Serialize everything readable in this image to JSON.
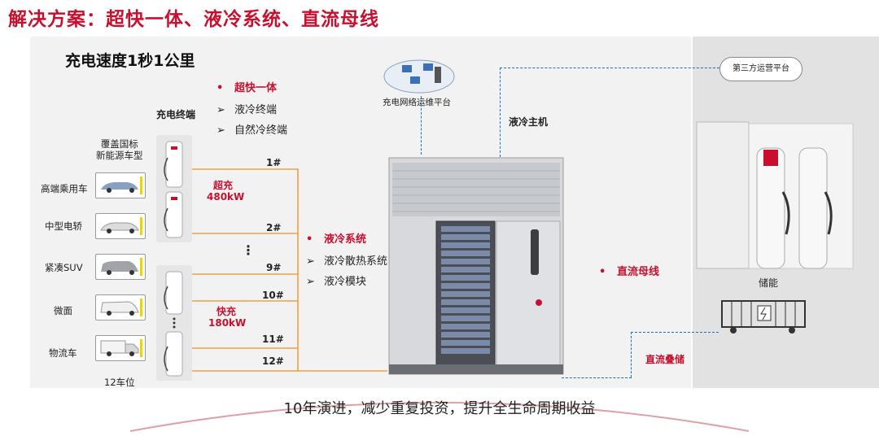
{
  "title": "解决方案：超快一体、液冷系统、直流母线",
  "subtitle": "充电速度1秒1公里",
  "terminal_header": "充电终端",
  "coverage": [
    "覆盖国标",
    "新能源车型"
  ],
  "vehicles": [
    "高端乘用车",
    "中型电轿",
    "紧凑SUV",
    "微面",
    "物流车"
  ],
  "parking": "12车位",
  "super_charge": {
    "name": "超充",
    "power": "480kW"
  },
  "fast_charge": {
    "name": "快充",
    "power": "180kW"
  },
  "ports": [
    "1#",
    "2#",
    "9#",
    "10#",
    "11#",
    "12#"
  ],
  "ellipsis": "⋮",
  "group_ultra": {
    "title": "超快一体",
    "items": [
      "液冷终端",
      "自然冷终端"
    ]
  },
  "group_cooling": {
    "title": "液冷系统",
    "items": [
      "液冷散热系统",
      "液冷模块"
    ]
  },
  "group_bus": {
    "title": "直流母线"
  },
  "network_platform": "充电网络运维平台",
  "cooling_host": "液冷主机",
  "third_party": "第三方运营平台",
  "storage_label": "储能",
  "dc_storage": "直流叠储",
  "footer": "10年演进，减少重复投资，提升全生命周期收益",
  "bullet_dot": "•",
  "bullet_arrow": "➢",
  "colors": {
    "accent": "#c8102e",
    "line": "#f0a040",
    "dash": "#1a6fb5"
  }
}
